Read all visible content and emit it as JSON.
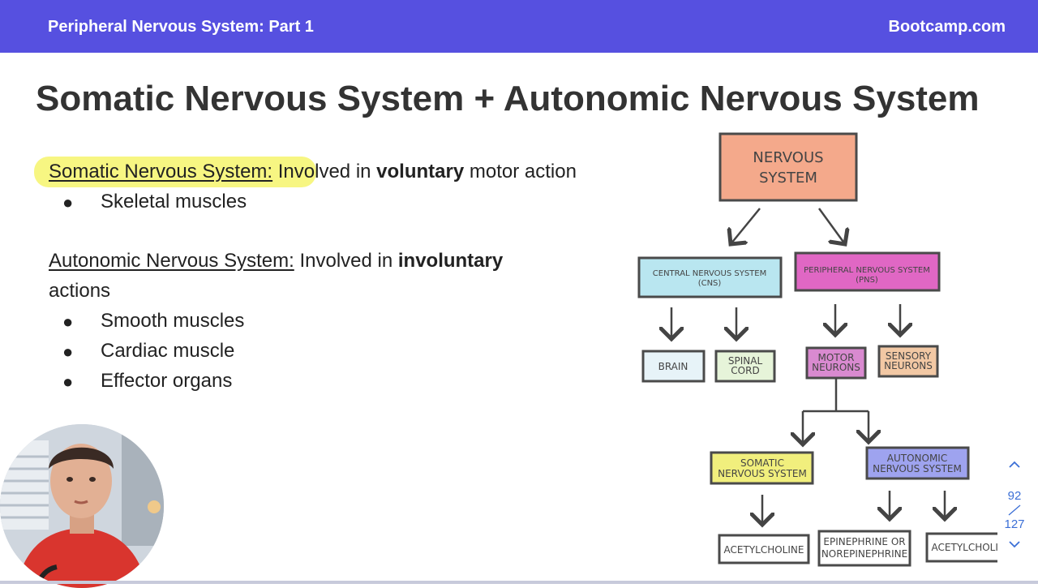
{
  "header": {
    "title": "Peripheral Nervous System: Part 1",
    "brand": "Bootcamp.com"
  },
  "slide": {
    "title": "Somatic Nervous System + Autonomic Nervous System",
    "somatic": {
      "term": "Somatic Nervous System:",
      "text_before": " Involved in ",
      "bold": "voluntary",
      "text_after": " motor action",
      "bullets": [
        "Skeletal muscles"
      ]
    },
    "autonomic": {
      "term": "Autonomic Nervous System:",
      "text_before": " Involved in ",
      "bold": "involuntary",
      "continued": "actions",
      "bullets": [
        "Smooth muscles",
        "Cardiac muscle",
        "Effector organs"
      ]
    }
  },
  "diagram": {
    "nervous_system": [
      "NERVOUS",
      "SYSTEM"
    ],
    "cns": [
      "CENTRAL NERVOUS SYSTEM",
      "(CNS)"
    ],
    "pns": [
      "PERIPHERAL NERVOUS SYSTEM",
      "(PNS)"
    ],
    "brain": "BRAIN",
    "spinal_cord": [
      "SPINAL",
      "CORD"
    ],
    "motor_neurons": [
      "MOTOR",
      "NEURONS"
    ],
    "sensory_neurons": [
      "SENSORY",
      "NEURONS"
    ],
    "somatic": [
      "SOMATIC",
      "NERVOUS SYSTEM"
    ],
    "autonomic": [
      "AUTONOMIC",
      "NERVOUS SYSTEM"
    ],
    "acetylcholine_1": "ACETYLCHOLINE",
    "epinephrine": [
      "EPINEPHRINE OR",
      "NOREPINEPHRINE"
    ],
    "acetylcholine_2": "ACETYLCHOLINE",
    "colors": {
      "nervous_system": "#f4a98b",
      "cns": "#b9e6f0",
      "pns": "#e067c4",
      "brain": "#e7f3f8",
      "spinal_cord": "#e6f4d9",
      "motor_neurons": "#d98ad0",
      "sensory_neurons": "#f2c8a4",
      "somatic": "#f1ef7d",
      "autonomic": "#9ea3ef",
      "outline": "#4a4a4a"
    }
  },
  "pager": {
    "current": "92",
    "total": "127"
  },
  "colors": {
    "header_bg": "#5650e0",
    "highlight": "#f6f46c"
  }
}
